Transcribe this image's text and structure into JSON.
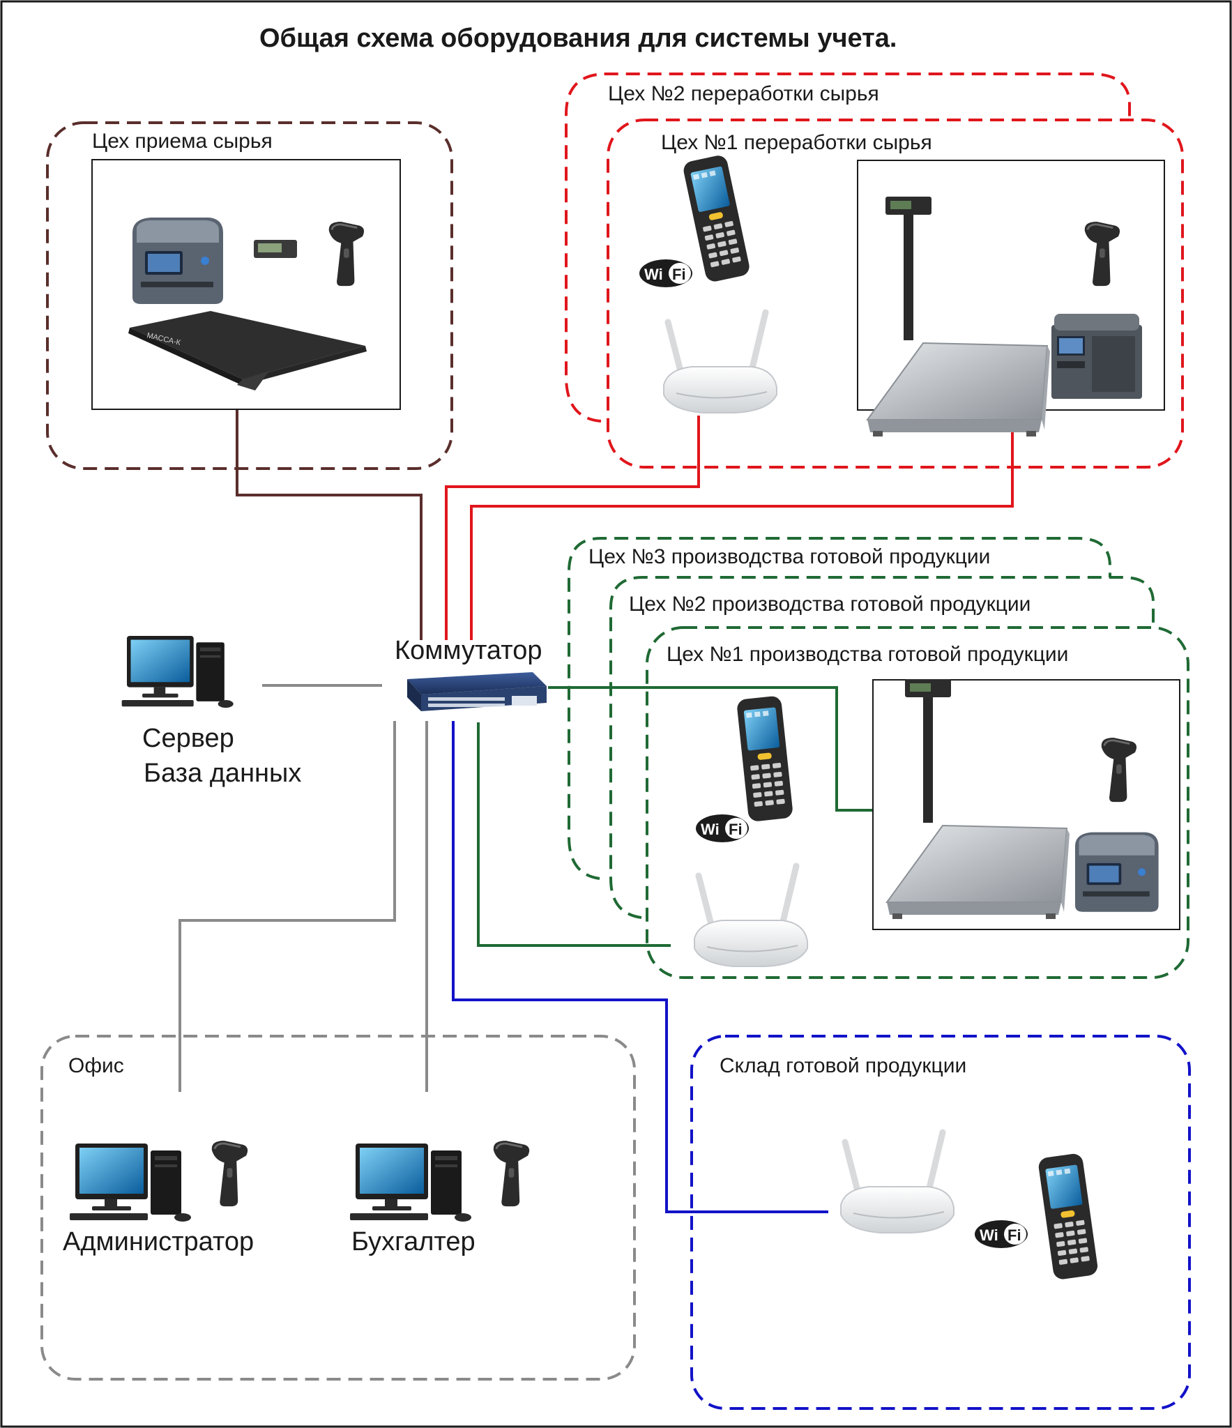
{
  "title": "Общая схема оборудования для системы учета.",
  "zones": {
    "raw_intake": "Цех приема сырья",
    "processing_2": "Цех №2 переработки сырья",
    "processing_1": "Цех №1 переработки сырья",
    "production_3": "Цех №3 производства готовой продукции",
    "production_2": "Цех №2 производства готовой продукции",
    "production_1": "Цех №1 производства готовой продукции",
    "office": "Офис",
    "warehouse": "Склад готовой продукции"
  },
  "nodes": {
    "switch": "Коммутатор",
    "server_line1": "Сервер",
    "server_line2": "База данных",
    "administrator": "Администратор",
    "accountant": "Бухгалтер"
  },
  "badges": {
    "wifi_wi": "Wi",
    "wifi_fi": "Fi"
  },
  "devices": {
    "scale_brand": "МАССА-К"
  },
  "colors": {
    "raw_intake": "#5a2e2b",
    "processing": "#e0161c",
    "production": "#1f6a34",
    "office": "#8a8a8a",
    "warehouse": "#1212c8",
    "server_link": "#8a8a8a"
  }
}
